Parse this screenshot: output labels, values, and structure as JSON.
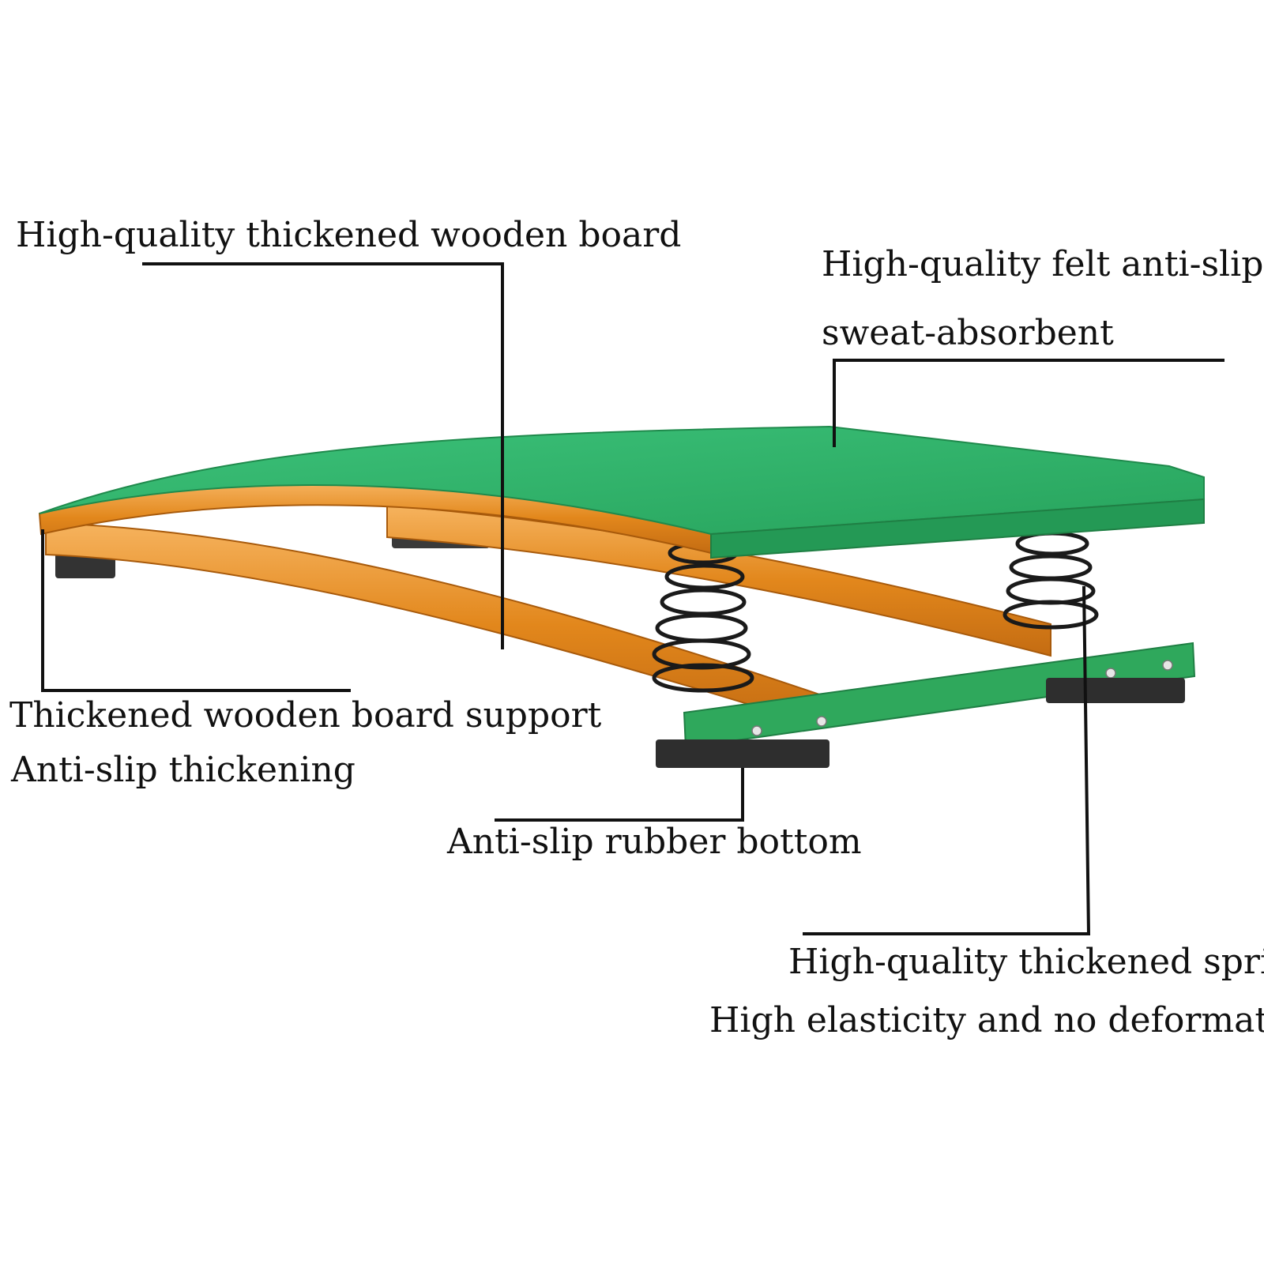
{
  "labels": {
    "wooden_board": "High-quality thickened wooden board",
    "felt_line1": "High-quality felt anti-slip",
    "felt_line2": "sweat-absorbent",
    "support_line1": "Thickened wooden board support",
    "support_line2": "Anti-slip thickening",
    "rubber": "Anti-slip rubber bottom",
    "spring_line1": "High-quality thickened spring",
    "spring_line2": "High elasticity and no deformation"
  },
  "colors": {
    "background": "#ffffff",
    "felt_green": "#2fb067",
    "felt_edge": "#1f8a4c",
    "wood": "#e2871c",
    "wood_light": "#f3a54a",
    "wood_dark": "#b8620d",
    "rubber": "#333333",
    "spring": "#1a1a1a",
    "leader_line": "#111111"
  }
}
